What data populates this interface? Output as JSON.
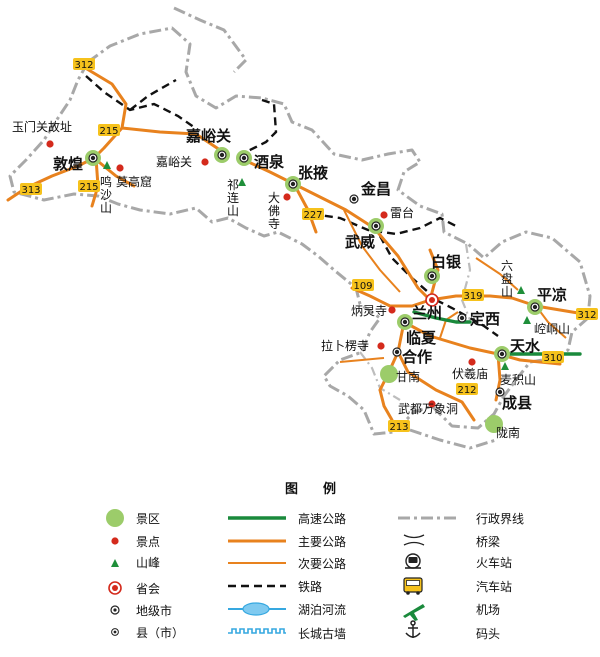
{
  "map": {
    "big_labels": {
      "dunhuang": "敦煌",
      "jiayuguan": "嘉峪关",
      "jiuquan": "酒泉",
      "zhangye": "张掖",
      "jinchang": "金昌",
      "wuwei": "武威",
      "baiyin": "白银",
      "lanzhou": "兰州",
      "dingxi": "定西",
      "pingliang": "平凉",
      "linxia": "临夏",
      "hezuo": "合作",
      "tianshui": "天水",
      "chengxian": "成县"
    },
    "small_labels": {
      "yumenguan": "玉门关故址",
      "mogaoku": "莫高窟",
      "mingshashan": "鸣沙山",
      "jiayuguan_spot": "嘉峪关",
      "qilianshan": "祁连山",
      "dafosi": "大佛寺",
      "leitai": "雷台",
      "bingling": "炳灵寺",
      "labuleng": "拉卜楞寺",
      "gannan": "甘南",
      "fuxi": "伏羲庙",
      "maiji": "麦积山",
      "wudu": "武都万象洞",
      "longnan": "陇南",
      "liupan": "六盘山",
      "kongtong": "崆峒山"
    },
    "road_numbers": {
      "r312_nw": "312",
      "r215_a": "215",
      "r215_b": "215",
      "r313": "313",
      "r227": "227",
      "r109": "109",
      "r319": "319",
      "r312_e": "312",
      "r310": "310",
      "r212": "212",
      "r213": "213"
    }
  },
  "legend": {
    "title": "图　例",
    "items": [
      {
        "label": "景区"
      },
      {
        "label": "景点"
      },
      {
        "label": "山峰"
      },
      {
        "label": "省会"
      },
      {
        "label": "地级市"
      },
      {
        "label": "县（市）"
      },
      {
        "label": "高速公路"
      },
      {
        "label": "主要公路"
      },
      {
        "label": "次要公路"
      },
      {
        "label": "铁路"
      },
      {
        "label": "湖泊河流"
      },
      {
        "label": "长城古墙"
      },
      {
        "label": "行政界线"
      },
      {
        "label": "桥梁"
      },
      {
        "label": "火车站"
      },
      {
        "label": "汽车站"
      },
      {
        "label": "机场"
      },
      {
        "label": "码头"
      }
    ]
  },
  "colors": {
    "expressway": "#1a8a3c",
    "main_road": "#e8821e",
    "secondary_road": "#e8821e",
    "railway": "#111111",
    "boundary": "#a8a8a8",
    "scenic_area": "#9ccc6a",
    "spot": "#d42a1c",
    "peak": "#1f8f3a",
    "water": "#36a8e0",
    "road_badge": "#f6c21c"
  }
}
